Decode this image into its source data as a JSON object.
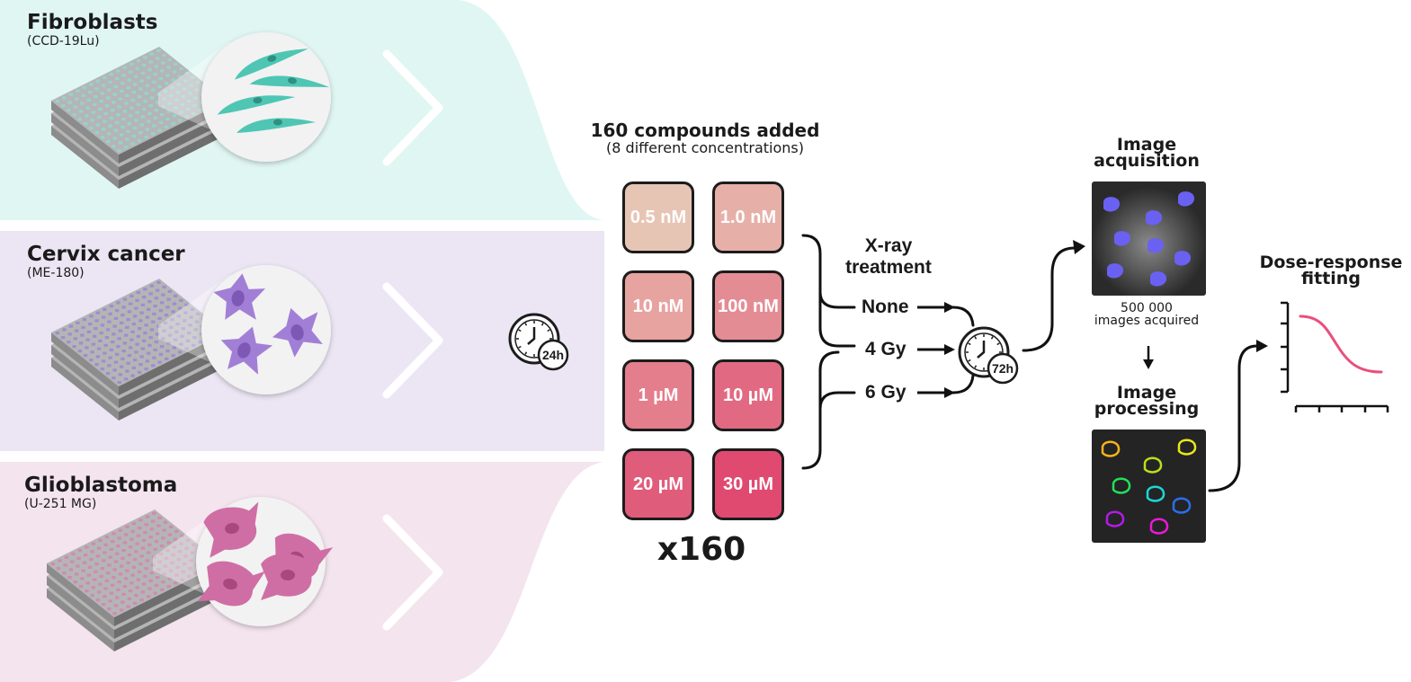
{
  "cell_lines": [
    {
      "name": "Fibroblasts",
      "id": "(CCD-19Lu)",
      "band_color": "#e0f6f3",
      "cell_color": "#4fc6b4",
      "well_color": "#8fd8d4"
    },
    {
      "name": "Cervix cancer",
      "id": "(ME-180)",
      "band_color": "#ece6f4",
      "cell_color": "#a27fd6",
      "well_color": "#9b86d6"
    },
    {
      "name": "Glioblastoma",
      "id": "(U-251 MG)",
      "band_color": "#f4e4ee",
      "cell_color": "#cf6ea4",
      "well_color": "#d382b4"
    }
  ],
  "incubation_1": "24h",
  "compounds": {
    "title": "160 compounds added",
    "subtitle": "(8 different concentrations)",
    "concentrations": [
      {
        "label": "0.5 nM",
        "color": "#e7c5b4"
      },
      {
        "label": "1.0 nM",
        "color": "#e6b0a8"
      },
      {
        "label": "10 nM",
        "color": "#e7a3a0"
      },
      {
        "label": "100 nM",
        "color": "#e48c94"
      },
      {
        "label": "1 µM",
        "color": "#e47d8c"
      },
      {
        "label": "10 µM",
        "color": "#e16a82"
      },
      {
        "label": "20 µM",
        "color": "#e05c7b"
      },
      {
        "label": "30 µM",
        "color": "#e04a70"
      }
    ],
    "multiplier": "x160"
  },
  "xray": {
    "title_line1": "X-ray",
    "title_line2": "treatment",
    "conditions": [
      "None",
      "4 Gy",
      "6 Gy"
    ]
  },
  "incubation_2": "72h",
  "acquisition": {
    "title_line1": "Image",
    "title_line2": "acquisition",
    "count_line1": "500 000",
    "count_line2": "images acquired"
  },
  "processing": {
    "title_line1": "Image",
    "title_line2": "processing"
  },
  "fitting": {
    "title_line1": "Dose-response",
    "title_line2": "fitting",
    "curve_color": "#ea4f7c"
  }
}
